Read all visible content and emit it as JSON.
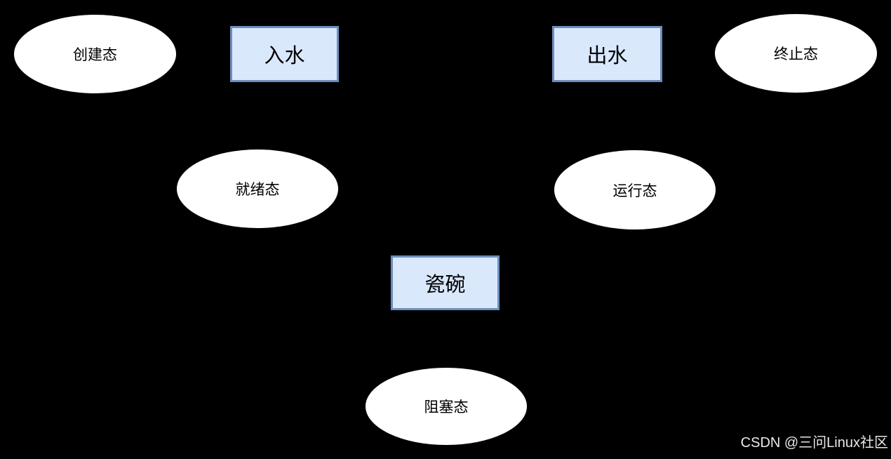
{
  "diagram": {
    "description": "process-state-diagram-bowl-analogy",
    "background_color": "#000000",
    "ellipse_nodes": [
      {
        "id": "create-state",
        "label": "创建态"
      },
      {
        "id": "terminate-state",
        "label": "终止态"
      },
      {
        "id": "ready-state",
        "label": "就绪态"
      },
      {
        "id": "running-state",
        "label": "运行态"
      },
      {
        "id": "blocked-state",
        "label": "阻塞态"
      }
    ],
    "rect_nodes": [
      {
        "id": "water-in",
        "label": "入水"
      },
      {
        "id": "water-out",
        "label": "出水"
      },
      {
        "id": "bowl",
        "label": "瓷碗"
      }
    ],
    "colors": {
      "ellipse_fill": "#ffffff",
      "rect_fill": "#dae8fc",
      "rect_border": "#6c8ebf",
      "node_text": "#000000"
    }
  },
  "watermark": {
    "text": "CSDN @三问Linux社区",
    "color": "#e9e9e9"
  }
}
